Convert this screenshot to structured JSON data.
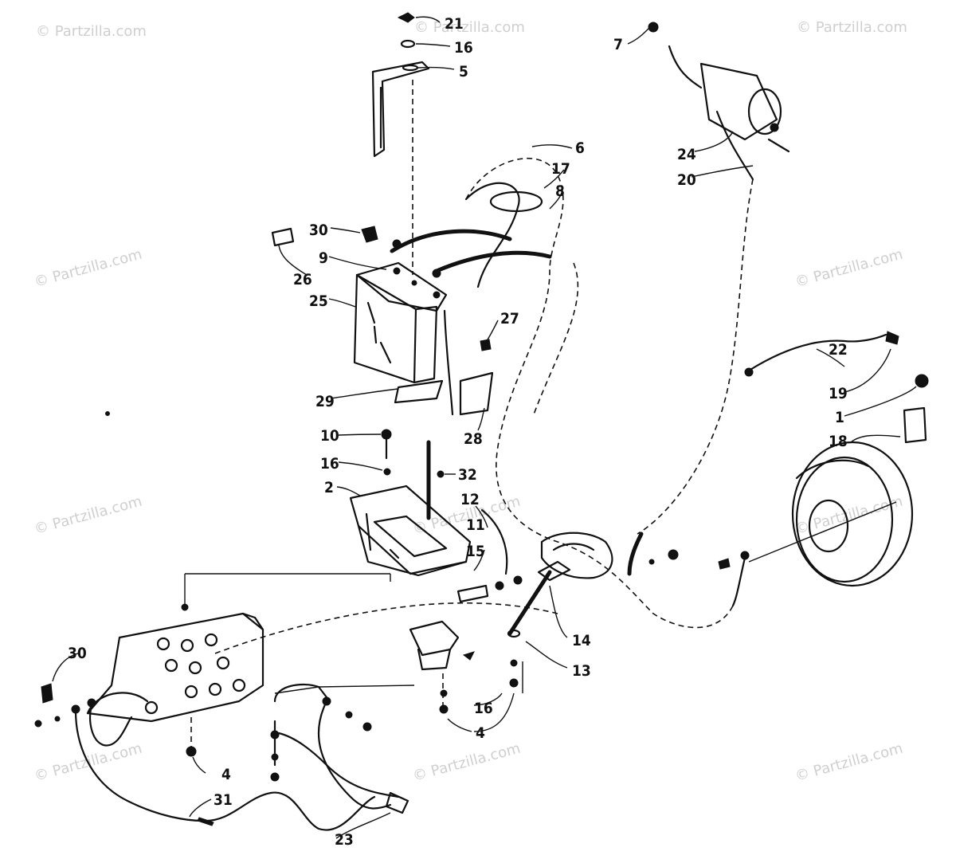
{
  "watermark": "© Partzilla.com",
  "callouts": [
    {
      "id": "c21",
      "label": "21"
    },
    {
      "id": "c16a",
      "label": "16"
    },
    {
      "id": "c5",
      "label": "5"
    },
    {
      "id": "c7",
      "label": "7"
    },
    {
      "id": "c6",
      "label": "6"
    },
    {
      "id": "c17",
      "label": "17"
    },
    {
      "id": "c8",
      "label": "8"
    },
    {
      "id": "c24",
      "label": "24"
    },
    {
      "id": "c20",
      "label": "20"
    },
    {
      "id": "c30a",
      "label": "30"
    },
    {
      "id": "c9",
      "label": "9"
    },
    {
      "id": "c26",
      "label": "26"
    },
    {
      "id": "c25",
      "label": "25"
    },
    {
      "id": "c27",
      "label": "27"
    },
    {
      "id": "c29",
      "label": "29"
    },
    {
      "id": "c28",
      "label": "28"
    },
    {
      "id": "c22",
      "label": "22"
    },
    {
      "id": "c19",
      "label": "19"
    },
    {
      "id": "c1",
      "label": "1"
    },
    {
      "id": "c18",
      "label": "18"
    },
    {
      "id": "c10",
      "label": "10"
    },
    {
      "id": "c16b",
      "label": "16"
    },
    {
      "id": "c32",
      "label": "32"
    },
    {
      "id": "c2",
      "label": "2"
    },
    {
      "id": "c12",
      "label": "12"
    },
    {
      "id": "c11",
      "label": "11"
    },
    {
      "id": "c15",
      "label": "15"
    },
    {
      "id": "c14",
      "label": "14"
    },
    {
      "id": "c13",
      "label": "13"
    },
    {
      "id": "c30b",
      "label": "30"
    },
    {
      "id": "c16c",
      "label": "16"
    },
    {
      "id": "c4a",
      "label": "4"
    },
    {
      "id": "c4b",
      "label": "4"
    },
    {
      "id": "c31",
      "label": "31"
    },
    {
      "id": "c23",
      "label": "23"
    }
  ]
}
